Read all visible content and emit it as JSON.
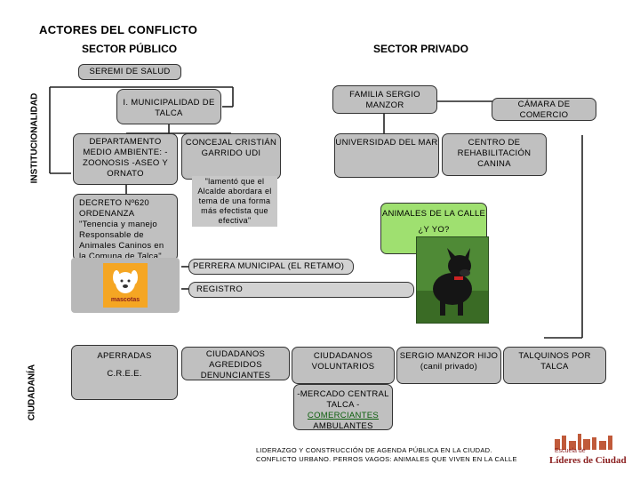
{
  "title": "ACTORES DEL CONFLICTO",
  "headers": {
    "public": "SECTOR PÚBLICO",
    "private": "SECTOR PRIVADO"
  },
  "side_labels": {
    "institutional": "INSTITUCIONALIDAD",
    "citizenship": "CIUDADANÍA"
  },
  "nodes": {
    "seremi": "SEREMI DE SALUD",
    "municipalidad": "I. MUNICIPALIDAD DE TALCA",
    "familia": "FAMILIA SERGIO MANZOR",
    "camara": "CÁMARA DE COMERCIO",
    "departamento": "DEPARTAMENTO MEDIO AMBIENTE: -ZOONOSIS -ASEO Y ORNATO",
    "concejal": "CONCEJAL CRISTIÁN GARRIDO UDI",
    "quote": "\"lamentó que el Alcalde abordara el tema de una forma más efectista que efectiva\"",
    "universidad": "UNIVERSIDAD DEL MAR",
    "centro": "CENTRO DE REHABILITACIÓN CANINA",
    "decreto": "DECRETO Nº620 ORDENANZA \"Tenencia y manejo Responsable de Animales Caninos en la Comuna de Talca\"",
    "animales": "ANIMALES DE LA CALLE",
    "yyo": "¿Y YO?",
    "perrera": "PERRERA MUNICIPAL (EL RETAMO)",
    "registro": "REGISTRO",
    "logo_text": "mascotas",
    "aperradas": "APERRADAS",
    "cree": "C.R.E.E.",
    "ciudadanos_agredidos": "CIUDADANOS AGREDIDOS DENUNCIANTES",
    "ciudadanos_voluntarios": "CIUDADANOS VOLUNTARIOS",
    "sergio_hijo": "SERGIO MANZOR HIJO (canil privado)",
    "talquinos": "TALQUINOS POR TALCA",
    "mercado_1": "-MERCADO CENTRAL TALCA -",
    "mercado_2": "COMERCIANTES",
    "mercado_3": "AMBULANTES"
  },
  "footer": {
    "line1": "LIDERAZGO Y CONSTRUCCIÓN DE AGENDA PÚBLICA EN LA CIUDAD.",
    "line2": "CONFLICTO URBANO. PERROS VAGOS: ANIMALES QUE VIVEN EN LA CALLE",
    "logo_top": "Escuela de",
    "logo_bottom": "Líderes de Ciudad"
  },
  "colors": {
    "gray": "#c0c0c0",
    "green": "#9fe070",
    "logo_orange": "#f5a623",
    "brand": "#8a1e1e"
  }
}
